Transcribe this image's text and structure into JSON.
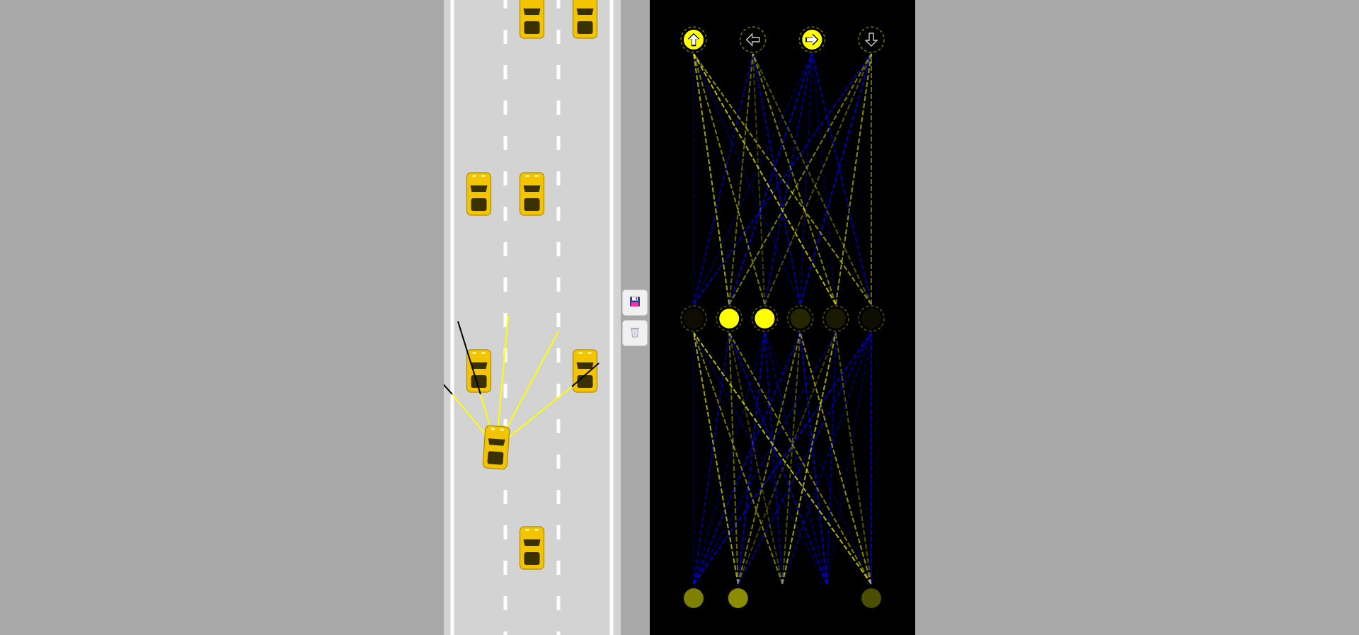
{
  "controls": {
    "save_title": "save",
    "discard_title": "discard"
  },
  "icons": {
    "save": "floppy-disk-icon",
    "discard": "trash-bin-icon"
  },
  "colors": {
    "page_background": "#a8a8a8",
    "road": "#d3d3d3",
    "lane_markings": "#ffffff",
    "car_body": "#f2c500",
    "sensor_ray": "#ffff00",
    "sensor_ray_blocked": "#000000",
    "network_background": "#000000",
    "positive_weight": "#ffff00",
    "negative_weight": "#0000ff"
  },
  "simulation": {
    "lane_count": 3,
    "sensor_ray_count": 5
  },
  "network": {
    "output_actions": [
      "up-arrow-icon",
      "left-arrow-icon",
      "right-arrow-icon",
      "down-arrow-icon"
    ],
    "output_values": [
      1,
      0,
      1,
      0
    ],
    "hidden_values": [
      0.05,
      1,
      1,
      0.15,
      0.1,
      0.05
    ],
    "input_values": [
      0.5,
      0.55,
      0,
      0,
      0.3
    ],
    "visible_inputs": [
      true,
      true,
      false,
      false,
      true
    ]
  }
}
